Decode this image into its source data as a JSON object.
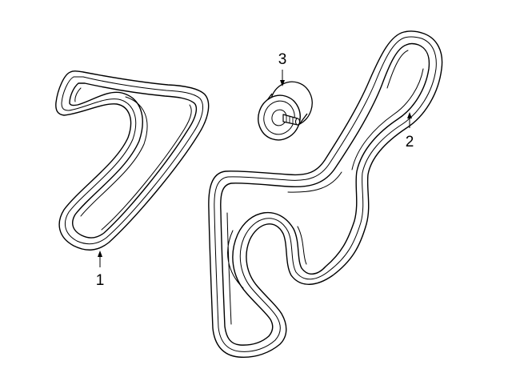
{
  "diagram": {
    "callouts": [
      {
        "id": "belt-1",
        "label": "1"
      },
      {
        "id": "belt-2",
        "label": "2"
      },
      {
        "id": "tensioner-pulley-3",
        "label": "3"
      }
    ]
  },
  "colors": {
    "stroke": "#000000",
    "background": "#ffffff"
  }
}
